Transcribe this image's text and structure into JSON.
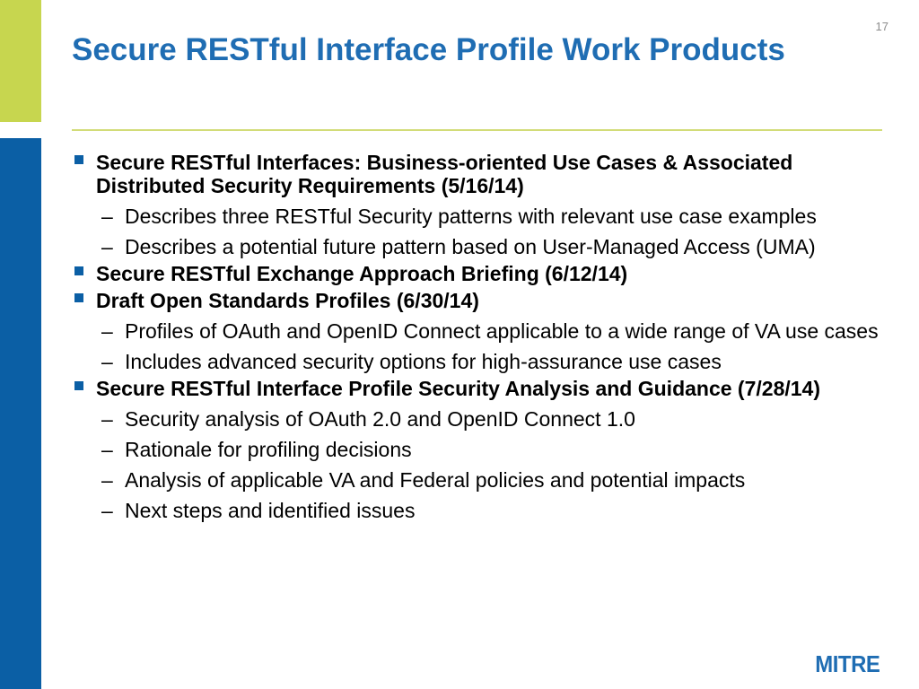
{
  "slide": {
    "page_number": "17",
    "title": "Secure RESTful Interface Profile Work Products",
    "logo": "MITRE",
    "colors": {
      "accent_green": "#c7d64f",
      "accent_blue": "#0b5fa5",
      "title_blue": "#1f6db3"
    }
  },
  "items": [
    {
      "text": "Secure RESTful Interfaces:  Business-oriented Use Cases & Associated Distributed Security Requirements (5/16/14)",
      "subitems": [
        "Describes three RESTful Security patterns with relevant use case examples",
        "Describes a potential future pattern based on User-Managed Access (UMA)"
      ]
    },
    {
      "text": "Secure RESTful Exchange Approach Briefing (6/12/14)",
      "subitems": []
    },
    {
      "text": "Draft Open Standards Profiles (6/30/14)",
      "subitems": [
        "Profiles of OAuth and OpenID Connect applicable to a wide range of VA use cases",
        "Includes advanced security options for high-assurance use cases"
      ]
    },
    {
      "text": "Secure RESTful Interface Profile Security Analysis and Guidance (7/28/14)",
      "subitems": [
        "Security analysis of OAuth 2.0 and OpenID Connect 1.0",
        "Rationale for profiling decisions",
        "Analysis of applicable VA and Federal policies and potential impacts",
        "Next steps and identified issues"
      ]
    }
  ]
}
